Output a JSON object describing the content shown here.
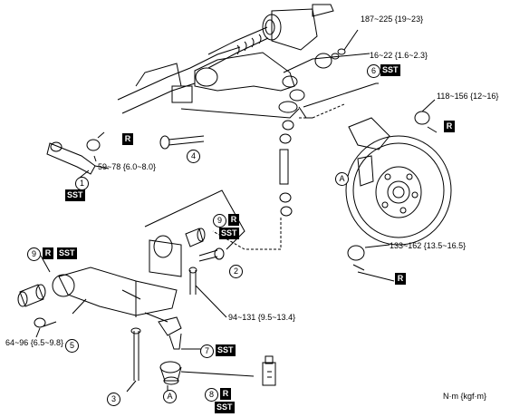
{
  "labels": {
    "torque_top": "187~225 {19~23}",
    "torque_upper_bolt": "16~22 {1.6~2.3}",
    "torque_knuckle_top": "118~156 {12~16}",
    "torque_tie_rod": "59~78 {6.0~8.0}",
    "torque_knuckle_bottom": "133~162 {13.5~16.5}",
    "torque_bolt_2": "94~131 {9.5~13.4}",
    "torque_lower_left": "64~96 {6.5~9.8}",
    "units": "N·m {kgf·m}"
  },
  "callouts": {
    "c1": "1",
    "c2": "2",
    "c3": "3",
    "c4": "4",
    "c5": "5",
    "c6": "6",
    "c7": "7",
    "c8": "8",
    "c9a": "9",
    "c9b": "9",
    "ca1": "A",
    "ca2": "A"
  },
  "tags": {
    "sst": "SST",
    "r": "R"
  },
  "colors": {
    "line": "#000000",
    "tag_bg": "#000000",
    "tag_fg": "#ffffff",
    "background": "#ffffff"
  }
}
